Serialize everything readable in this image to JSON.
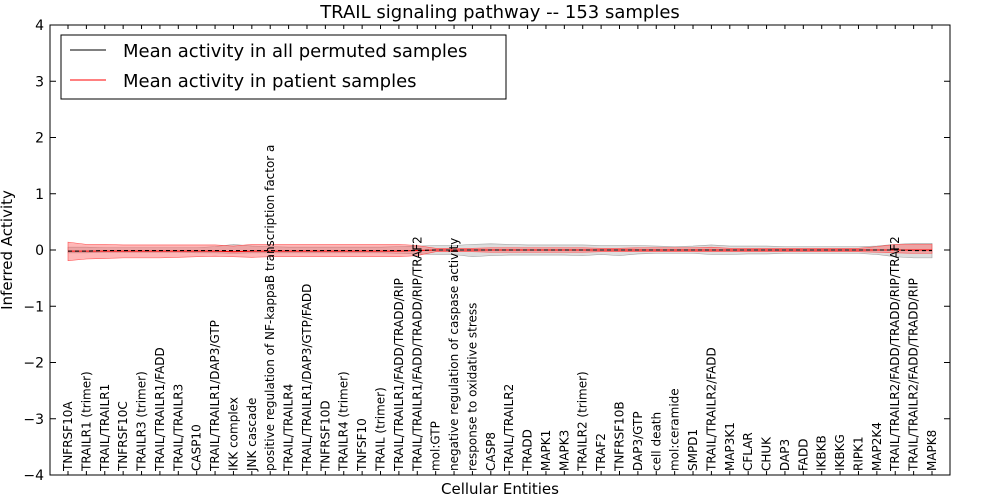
{
  "chart_data": {
    "type": "line",
    "title": "TRAIL signaling pathway -- 153 samples",
    "xlabel": "Cellular Entities",
    "ylabel": "Inferred Activity",
    "ylim": [
      -4,
      4
    ],
    "yticks": [
      -4,
      -3,
      -2,
      -1,
      0,
      1,
      2,
      3,
      4
    ],
    "grid": false,
    "legend_position": "top-left",
    "categories": [
      "TNFRSF10A",
      "TRAILR1 (trimer)",
      "TRAIL/TRAILR1",
      "TNFRSF10C",
      "TRAILR3 (trimer)",
      "TRAIL/TRAILR1/FADD",
      "TRAIL/TRAILR3",
      "CASP10",
      "TRAIL/TRAILR1/DAP3/GTP",
      "IKK complex",
      "JNK cascade",
      "positive regulation of NF-kappaB transcription factor a",
      "TRAIL/TRAILR4",
      "TRAIL/TRAILR1/DAP3/GTP/FADD",
      "TNFRSF10D",
      "TRAILR4 (trimer)",
      "TNFSF10",
      "TRAIL (trimer)",
      "TRAIL/TRAILR1/FADD/TRADD/RIP",
      "TRAIL/TRAILR1/FADD/TRADD/RIP/TRAF2",
      "mol:GTP",
      "negative regulation of caspase activity",
      "response to oxidative stress",
      "CASP8",
      "TRAIL/TRAILR2",
      "TRADD",
      "MAPK1",
      "MAPK3",
      "TRAILR2 (trimer)",
      "TRAF2",
      "TNFRSF10B",
      "DAP3/GTP",
      "cell death",
      "mol:ceramide",
      "SMPD1",
      "TRAIL/TRAILR2/FADD",
      "MAP3K1",
      "CFLAR",
      "CHUK",
      "DAP3",
      "FADD",
      "IKBKB",
      "IKBKG",
      "RIPK1",
      "MAP2K4",
      "TRAIL/TRAILR2/FADD/TRADD/RIP/TRAF2",
      "TRAIL/TRAILR2/FADD/TRADD/RIP",
      "MAPK8"
    ],
    "series": [
      {
        "name": "Mean activity in all permuted samples",
        "color": "#000000",
        "values": [
          -0.02,
          -0.02,
          -0.01,
          -0.01,
          -0.01,
          -0.01,
          -0.01,
          -0.01,
          -0.01,
          -0.01,
          -0.01,
          -0.01,
          -0.01,
          -0.01,
          -0.01,
          -0.01,
          -0.01,
          -0.01,
          -0.01,
          -0.01,
          0.0,
          0.0,
          0.0,
          0.0,
          0.0,
          0.0,
          0.0,
          0.0,
          0.0,
          0.0,
          0.0,
          0.0,
          0.0,
          0.0,
          0.0,
          0.0,
          0.0,
          0.0,
          0.0,
          0.0,
          0.0,
          0.0,
          0.0,
          0.0,
          0.0,
          0.0,
          -0.01,
          -0.01
        ],
        "band_lower": [
          -0.05,
          -0.05,
          -0.04,
          -0.04,
          -0.04,
          -0.04,
          -0.04,
          -0.05,
          -0.05,
          -0.06,
          -0.05,
          -0.05,
          -0.05,
          -0.05,
          -0.05,
          -0.05,
          -0.05,
          -0.05,
          -0.06,
          -0.07,
          -0.08,
          -0.08,
          -0.12,
          -0.1,
          -0.09,
          -0.09,
          -0.09,
          -0.09,
          -0.1,
          -0.08,
          -0.1,
          -0.07,
          -0.06,
          -0.06,
          -0.06,
          -0.08,
          -0.08,
          -0.07,
          -0.07,
          -0.06,
          -0.06,
          -0.06,
          -0.06,
          -0.06,
          -0.08,
          -0.12,
          -0.14,
          -0.14
        ],
        "band_upper": [
          0.05,
          0.05,
          0.04,
          0.04,
          0.04,
          0.04,
          0.04,
          0.04,
          0.06,
          0.1,
          0.07,
          0.06,
          0.05,
          0.05,
          0.05,
          0.05,
          0.05,
          0.05,
          0.06,
          0.07,
          0.08,
          0.08,
          0.1,
          0.11,
          0.1,
          0.09,
          0.09,
          0.09,
          0.09,
          0.08,
          0.08,
          0.08,
          0.07,
          0.06,
          0.07,
          0.09,
          0.07,
          0.07,
          0.07,
          0.06,
          0.06,
          0.06,
          0.06,
          0.06,
          0.07,
          0.1,
          0.12,
          0.12
        ]
      },
      {
        "name": "Mean activity in patient samples",
        "color": "#ff0000",
        "values": [
          -0.02,
          -0.02,
          -0.02,
          -0.02,
          -0.02,
          -0.02,
          -0.02,
          -0.02,
          -0.02,
          -0.03,
          -0.02,
          -0.02,
          -0.02,
          -0.02,
          -0.02,
          -0.02,
          -0.02,
          -0.02,
          -0.02,
          -0.01,
          0.0,
          0.0,
          0.0,
          0.0,
          0.0,
          0.0,
          0.0,
          0.0,
          0.0,
          0.0,
          0.0,
          0.0,
          0.0,
          0.0,
          0.0,
          0.0,
          0.0,
          0.0,
          0.0,
          0.0,
          0.0,
          0.0,
          0.0,
          0.0,
          0.0,
          0.0,
          0.0,
          0.0
        ],
        "band_lower": [
          -0.19,
          -0.16,
          -0.15,
          -0.14,
          -0.14,
          -0.14,
          -0.13,
          -0.12,
          -0.11,
          -0.12,
          -0.13,
          -0.12,
          -0.12,
          -0.12,
          -0.12,
          -0.12,
          -0.12,
          -0.12,
          -0.12,
          -0.1,
          -0.03,
          -0.03,
          -0.03,
          -0.04,
          -0.04,
          -0.04,
          -0.04,
          -0.04,
          -0.04,
          -0.03,
          -0.03,
          -0.03,
          -0.03,
          -0.03,
          -0.03,
          -0.03,
          -0.03,
          -0.03,
          -0.03,
          -0.03,
          -0.03,
          -0.03,
          -0.03,
          -0.03,
          -0.04,
          -0.05,
          -0.06,
          -0.06
        ],
        "band_upper": [
          0.14,
          0.1,
          0.1,
          0.09,
          0.09,
          0.09,
          0.09,
          0.09,
          0.09,
          0.07,
          0.1,
          0.1,
          0.1,
          0.1,
          0.1,
          0.1,
          0.1,
          0.1,
          0.1,
          0.08,
          0.03,
          0.03,
          0.03,
          0.04,
          0.04,
          0.04,
          0.04,
          0.04,
          0.04,
          0.03,
          0.03,
          0.04,
          0.04,
          0.04,
          0.04,
          0.05,
          0.03,
          0.03,
          0.03,
          0.03,
          0.03,
          0.03,
          0.03,
          0.03,
          0.06,
          0.1,
          0.1,
          0.1
        ]
      }
    ]
  }
}
